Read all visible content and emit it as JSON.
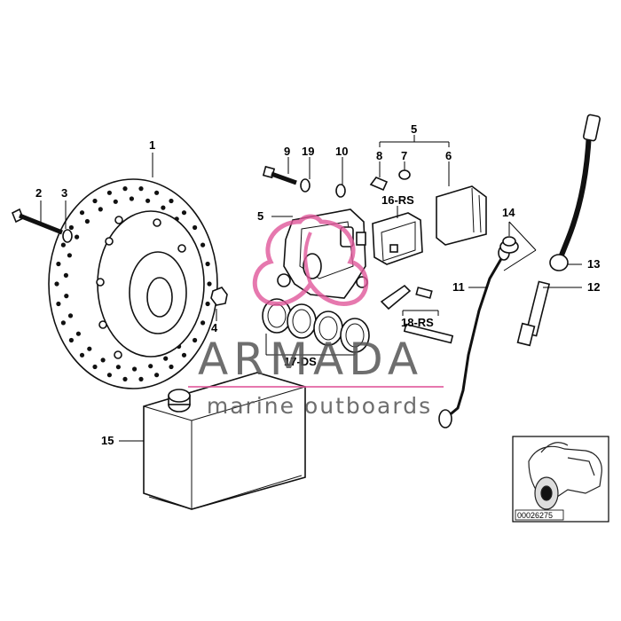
{
  "callouts": {
    "c1": "1",
    "c2": "2",
    "c3": "3",
    "c4": "4",
    "c5a": "5",
    "c5b": "5",
    "c6": "6",
    "c7": "7",
    "c8": "8",
    "c9": "9",
    "c10": "10",
    "c11": "11",
    "c12": "12",
    "c13": "13",
    "c14": "14",
    "c15": "15",
    "c16": "16-RS",
    "c17": "17-DS",
    "c18": "18-RS",
    "c19": "19"
  },
  "watermark": {
    "brand": "ARMADA",
    "tagline": "marine outboards",
    "colors": {
      "pink": "#e0579a",
      "gray": "#555555"
    }
  },
  "reference_box": {
    "code": "00026275",
    "icon": "motorcycle-icon"
  }
}
